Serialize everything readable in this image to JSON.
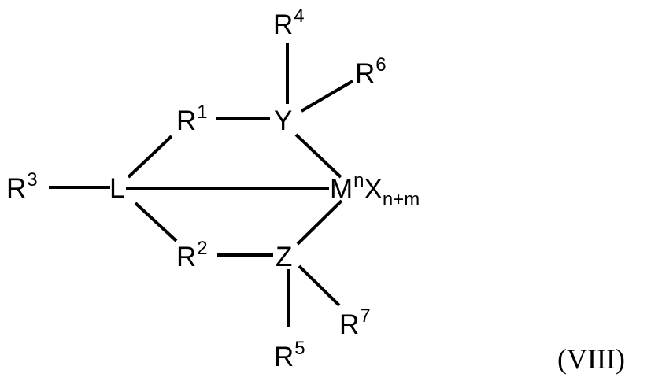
{
  "formula": {
    "label": "(VIII)",
    "bonds": [
      {
        "from": "R4",
        "to": "Y"
      },
      {
        "from": "Y",
        "to": "R6"
      },
      {
        "from": "R1",
        "to": "Y"
      },
      {
        "from": "L",
        "to": "R1"
      },
      {
        "from": "Y",
        "to": "M"
      },
      {
        "from": "R3",
        "to": "L"
      },
      {
        "from": "L",
        "to": "M"
      },
      {
        "from": "L",
        "to": "R2"
      },
      {
        "from": "Z",
        "to": "M"
      },
      {
        "from": "R2",
        "to": "Z"
      },
      {
        "from": "Z",
        "to": "R7"
      },
      {
        "from": "Z",
        "to": "R5"
      }
    ]
  },
  "atoms": {
    "r4": {
      "symbol": "R",
      "sup": "4"
    },
    "r6": {
      "symbol": "R",
      "sup": "6"
    },
    "r1": {
      "symbol": "R",
      "sup": "1"
    },
    "y": {
      "symbol": "Y"
    },
    "r3": {
      "symbol": "R",
      "sup": "3"
    },
    "l": {
      "symbol": "L"
    },
    "m": {
      "symbol": "M",
      "sup": "n"
    },
    "x": {
      "symbol": "X",
      "sub": "n+m"
    },
    "r2": {
      "symbol": "R",
      "sup": "2"
    },
    "z": {
      "symbol": "Z"
    },
    "r7": {
      "symbol": "R",
      "sup": "7"
    },
    "r5": {
      "symbol": "R",
      "sup": "5"
    }
  }
}
